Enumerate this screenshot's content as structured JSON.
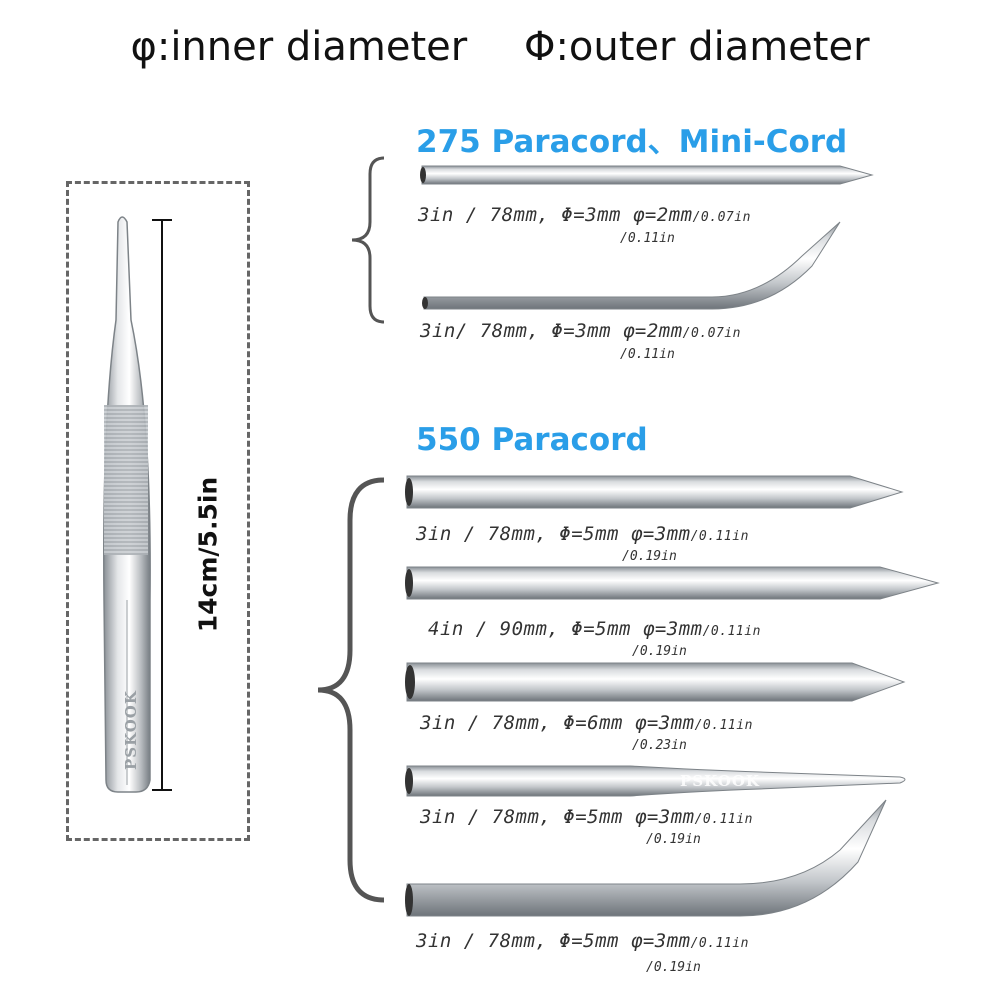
{
  "legend": {
    "inner": "φ:inner diameter",
    "outer": "Φ:outer diameter"
  },
  "tweezer": {
    "length_label": "14cm/5.5in",
    "brand": "PSKOOK"
  },
  "group_275": {
    "heading": "275 Paracord、Mini-Cord",
    "needles": [
      {
        "spec": "3in / 78mm, Φ=3mm  φ=2mm",
        "inner_in": "/0.07in",
        "outer_in": "/0.11in"
      },
      {
        "spec": "3in/ 78mm, Φ=3mm  φ=2mm",
        "inner_in": "/0.07in",
        "outer_in": "/0.11in"
      }
    ]
  },
  "group_550": {
    "heading": "550 Paracord",
    "needles": [
      {
        "spec": "3in / 78mm, Φ=5mm  φ=3mm",
        "inner_in": "/0.11in",
        "outer_in": "/0.19in"
      },
      {
        "spec": "4in / 90mm, Φ=5mm  φ=3mm",
        "inner_in": "/0.11in",
        "outer_in": "/0.19in"
      },
      {
        "spec": "3in / 78mm, Φ=6mm  φ=3mm",
        "inner_in": "/0.11in",
        "outer_in": "/0.23in"
      },
      {
        "spec": "3in / 78mm, Φ=5mm  φ=3mm",
        "inner_in": "/0.11in",
        "outer_in": "/0.19in",
        "brand": "PSKOOK"
      },
      {
        "spec": "3in / 78mm, Φ=5mm  φ=3mm",
        "inner_in": "/0.11in",
        "outer_in": "/0.19in"
      }
    ]
  },
  "colors": {
    "heading_blue": "#2a9ee8",
    "steel_light": "#f4f5f6",
    "steel_dark": "#7d8388"
  }
}
